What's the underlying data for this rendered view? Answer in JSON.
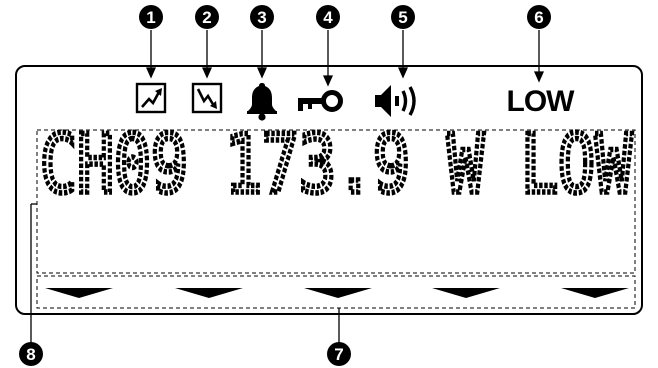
{
  "callouts": [
    {
      "number": "1",
      "target": "tx-up-icon"
    },
    {
      "number": "2",
      "target": "tx-down-icon"
    },
    {
      "number": "3",
      "target": "bell-icon"
    },
    {
      "number": "4",
      "target": "key-icon"
    },
    {
      "number": "5",
      "target": "speaker-icon"
    },
    {
      "number": "6",
      "target": "low-indicator"
    },
    {
      "number": "7",
      "target": "softkey-arrows"
    },
    {
      "number": "8",
      "target": "dot-matrix-area"
    }
  ],
  "indicators": {
    "tx_up_icon": "tx-up-icon",
    "tx_down_icon": "tx-down-icon",
    "bell_icon": "bell-icon",
    "key_icon": "key-icon",
    "speaker_icon": "speaker-icon",
    "low_label": "LOW"
  },
  "matrix": {
    "line1": "CH09 173.9 W LOW"
  },
  "softkeys": {
    "count": 5,
    "arrow_icon": "triangle-down-icon"
  }
}
